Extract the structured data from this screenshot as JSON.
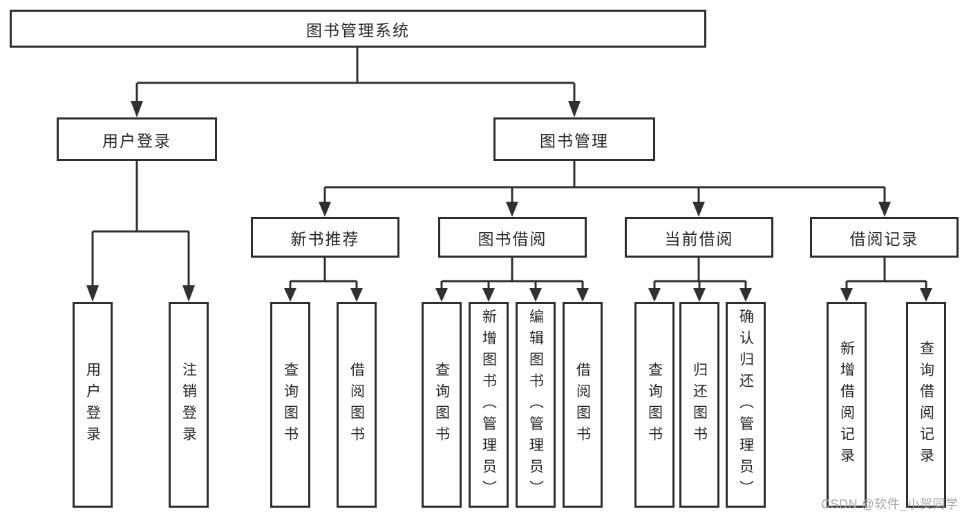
{
  "root": {
    "label": "图书管理系统",
    "children": [
      {
        "label": "用户登录",
        "children": [
          {
            "label": "用户登录"
          },
          {
            "label": "注销登录"
          }
        ]
      },
      {
        "label": "图书管理",
        "children": [
          {
            "label": "新书推荐",
            "children": [
              {
                "label": "查询图书"
              },
              {
                "label": "借阅图书"
              }
            ]
          },
          {
            "label": "图书借阅",
            "children": [
              {
                "label": "查询图书"
              },
              {
                "label": "新增图书（管理员）"
              },
              {
                "label": "编辑图书（管理员）"
              },
              {
                "label": "借阅图书"
              }
            ]
          },
          {
            "label": "当前借阅",
            "children": [
              {
                "label": "查询图书"
              },
              {
                "label": "归还图书"
              },
              {
                "label": "确认归还（管理员）"
              }
            ]
          },
          {
            "label": "借阅记录",
            "children": [
              {
                "label": "新增借阅记录"
              },
              {
                "label": "查询借阅记录"
              }
            ]
          }
        ]
      }
    ]
  },
  "watermark": {
    "text": "CSDN @软件_小贺同学"
  },
  "colors": {
    "line": "#303030",
    "box_border": "#2e2e2e",
    "box_fill": "#ffffff",
    "text": "#262626",
    "watermark": "#a6a6a6",
    "background": "#ffffff"
  }
}
